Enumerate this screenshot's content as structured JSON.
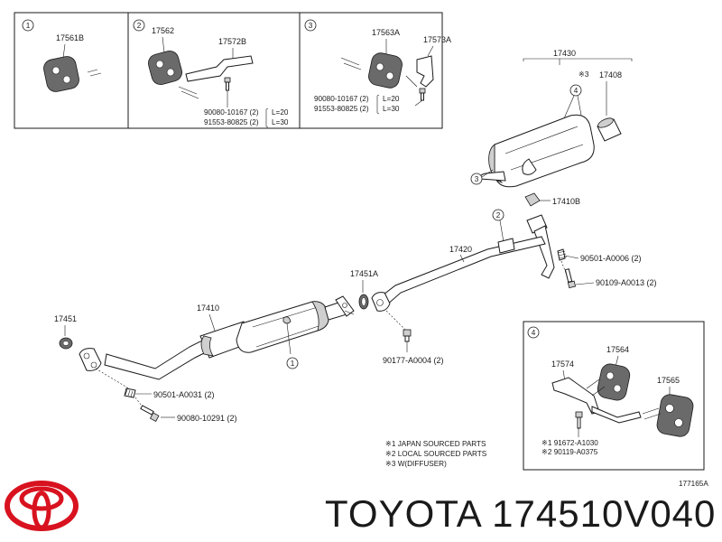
{
  "insets": [
    {
      "id": "1",
      "parts": [
        "17561B"
      ]
    },
    {
      "id": "2",
      "parts": [
        "17562",
        "17572B"
      ],
      "bolts": [
        "90080-10167 (2)",
        "91553-80825 (2)"
      ],
      "bolt_lengths": [
        "L=20",
        "L=30"
      ]
    },
    {
      "id": "3",
      "parts": [
        "17563A",
        "17573A"
      ],
      "bolts": [
        "90080-10167 (2)",
        "91553-80825 (2)"
      ],
      "bolt_lengths": [
        "L=20",
        "L=30"
      ]
    },
    {
      "id": "4",
      "parts": [
        "17564",
        "17574",
        "17565"
      ],
      "bolts": [
        "※1 91672-A1030",
        "※2 90119-A0375"
      ]
    }
  ],
  "main_parts": {
    "p17430": "17430",
    "p17408": "17408",
    "p17408_mark": "※3",
    "p17410B": "17410B",
    "p17420": "17420",
    "p17451A": "17451A",
    "p17451": "17451",
    "p17410": "17410",
    "p90501_6": "90501-A0006 (2)",
    "p90109": "90109-A0013 (2)",
    "p90177": "90177-A0004 (2)",
    "p90501_31": "90501-A0031 (2)",
    "p90080_291": "90080-10291 (2)"
  },
  "callouts": {
    "c1": "1",
    "c2": "2",
    "c3": "3",
    "c4": "4"
  },
  "notes": [
    "※1 JAPAN SOURCED PARTS",
    "※2 LOCAL SOURCED PARTS",
    "※3 W(DIFFUSER)"
  ],
  "diagram_code": "177165A",
  "brand": {
    "name": "TOYOTA",
    "part_number": "174510V040",
    "logo": "toyota-logo",
    "logo_color": "#d8121f"
  }
}
